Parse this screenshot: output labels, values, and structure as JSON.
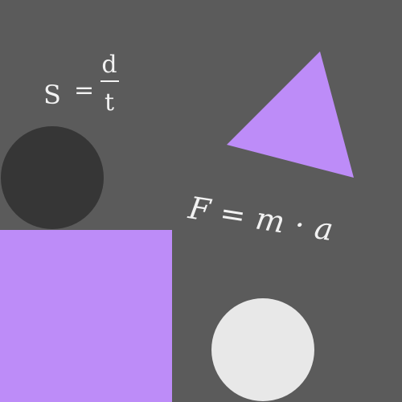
{
  "scene": {
    "background": "#5b5b5b",
    "shapes": {
      "dark_circle_color": "#363636",
      "purple_rectangle_color": "#bd8cf8",
      "light_circle_color": "#e8e8e8",
      "purple_triangle_color": "#bd8cf8"
    },
    "formulas": {
      "speed": {
        "lhs": "S",
        "operator": "=",
        "numerator": "d",
        "denominator": "t"
      },
      "force": "F = m · a"
    }
  }
}
